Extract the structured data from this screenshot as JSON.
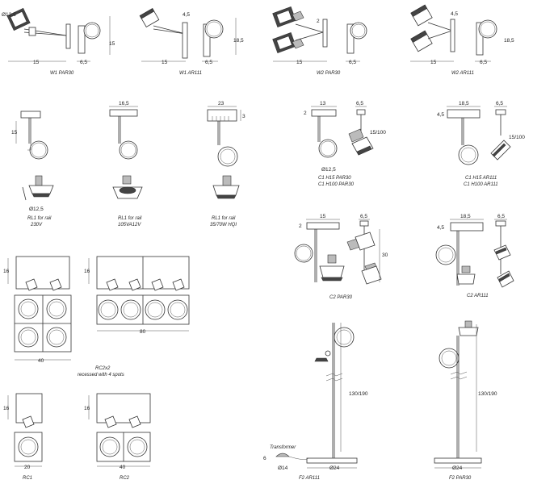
{
  "captions": {
    "w1_par30": "W1 PAR30",
    "w1_ar111": "W1 AR111",
    "w2_par30": "W2 PAR30",
    "w2_ar111": "W2 AR111",
    "rl1_230v_a": "RL1 for rail",
    "rl1_230v_b": "230V",
    "rl1_12v_a": "RL1 for rail",
    "rl1_12v_b": "105VA12V",
    "rl1_hqi_a": "RL1 for rail",
    "rl1_hqi_b": "35/70W HQI",
    "c1_par30_a": "C1 H15 PAR30",
    "c1_par30_b": "C1 H100 PAR30",
    "c1_ar111_a": "C1 H15 AR111",
    "c1_ar111_b": "C1 H100 AR111",
    "c2_par30": "C2 PAR30",
    "c2_ar111": "C2 AR111",
    "rc2x2_a": "RC2x2",
    "rc2x2_b": "recessed with 4 spots",
    "rc1": "RC1",
    "rc2": "RC2",
    "f2_ar111": "F2 AR111",
    "f2_par30": "F2 PAR30",
    "transformer": "Transformer"
  },
  "dims": {
    "d_12_5": "Ø12,5",
    "d_15": "15",
    "d_6_5": "6,5",
    "d_4_5": "4,5",
    "d_18_5": "18,5",
    "d_2": "2",
    "d_16_5": "16,5",
    "d_23": "23",
    "d_3": "3",
    "d_13": "13",
    "d_15_100": "15/100",
    "d_30": "30",
    "d_16": "16",
    "d_40": "40",
    "d_80": "80",
    "d_20": "20",
    "d_130_190": "130/190",
    "d_14": "Ø14",
    "d_24": "Ø24",
    "d_6": "6"
  }
}
